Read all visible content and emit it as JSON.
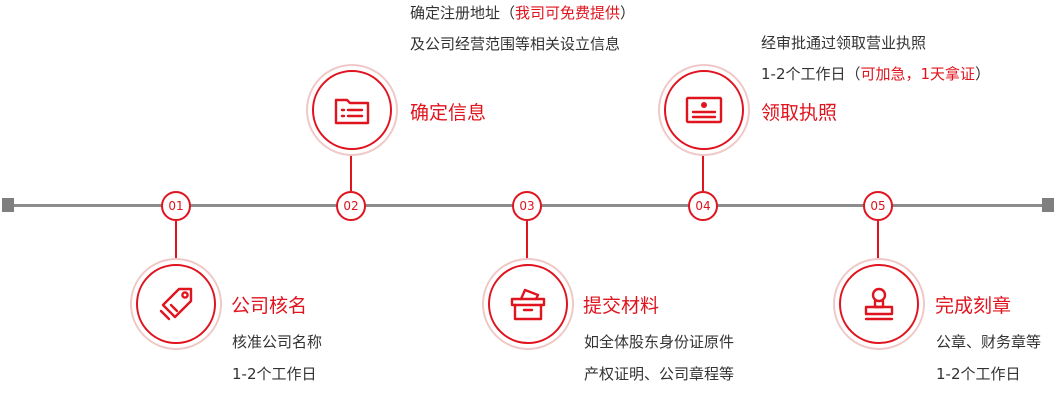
{
  "steps": [
    {
      "num": "01",
      "title": "公司核名",
      "line1": "核准公司名称",
      "line2": "1-2个工作日",
      "icon": "tag-icon"
    },
    {
      "num": "02",
      "title": "确定信息",
      "line1_pre": "确定注册地址（",
      "line1_red": "我司可免费提供",
      "line1_post": "）",
      "line2": "及公司经营范围等相关设立信息",
      "icon": "folder-list-icon"
    },
    {
      "num": "03",
      "title": "提交材料",
      "line1": "如全体股东身份证原件",
      "line2": "产权证明、公司章程等",
      "icon": "document-box-icon"
    },
    {
      "num": "04",
      "title": "领取执照",
      "line1": "经审批通过领取营业执照",
      "line2_pre": "1-2个工作日（",
      "line2_red": "可加急，1天拿证",
      "line2_post": "）",
      "icon": "license-icon"
    },
    {
      "num": "05",
      "title": "完成刻章",
      "line1": "公章、财务章等",
      "line2": "1-2个工作日",
      "icon": "stamp-icon"
    }
  ],
  "colors": {
    "accent": "#e0141e",
    "line": "#8c8c8c",
    "text": "#333333"
  }
}
